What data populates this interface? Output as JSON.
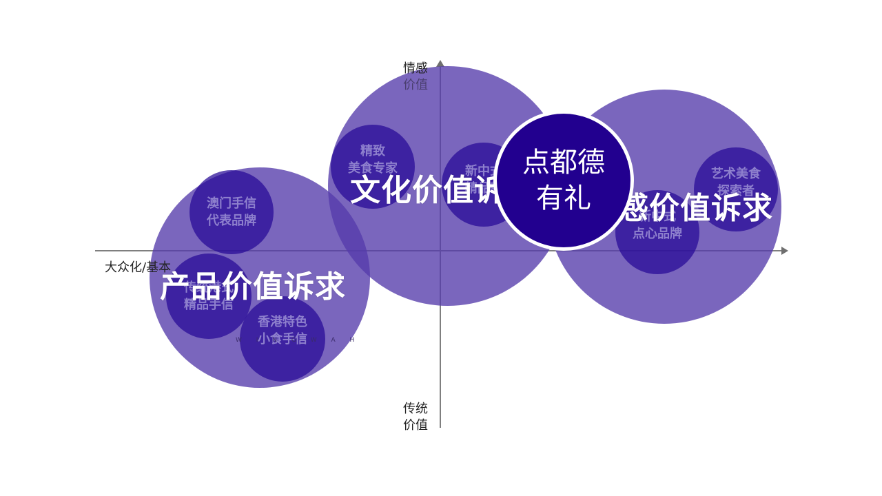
{
  "axes": {
    "top_label": "情感\n价值",
    "top_line1": "情感",
    "top_line2": "价值",
    "bottom_line1": "传统",
    "bottom_line2": "价值",
    "left_label": "大众化/基本",
    "colors": {
      "axis": "#7f7f7f"
    }
  },
  "groups": [
    {
      "label": "产品价值诉求",
      "color": "#543baa",
      "items": [
        {
          "line1": "澳门手信",
          "line2": "代表品牌"
        },
        {
          "line1": "传统港式",
          "line2": "精品手信"
        },
        {
          "line1": "香港特色",
          "line2": "小食手信"
        }
      ]
    },
    {
      "label": "文化价值诉求",
      "color": "#543baa",
      "items": [
        {
          "line1": "精致",
          "line2": "美食专家"
        },
        {
          "line1": "新中式",
          "line2": "精品茶"
        }
      ]
    },
    {
      "label": "情感价值诉求",
      "color": "#543baa",
      "items": [
        {
          "line1": "新中式",
          "line2": "点心品牌"
        },
        {
          "line1": "艺术美食",
          "line2": "探索者"
        }
      ]
    }
  ],
  "center_brand": {
    "line1": "点都德",
    "line2": "有礼",
    "color": "#22008f"
  },
  "wordmark": "W I N G   W A H"
}
